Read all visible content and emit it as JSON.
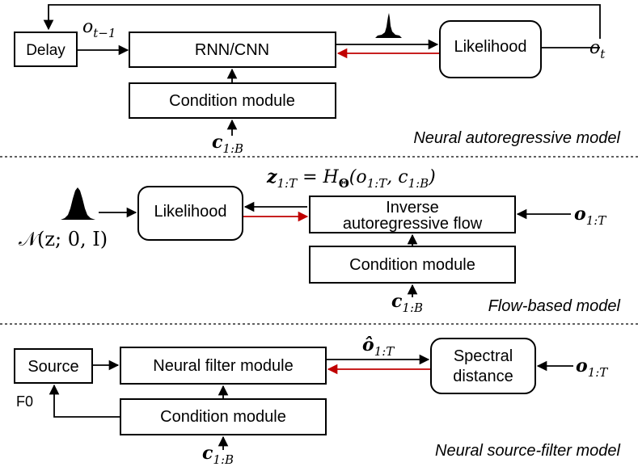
{
  "sections": [
    {
      "caption": "Neural autoregressive model",
      "boxes": {
        "delay": "Delay",
        "rnn": "RNN/CNN",
        "likelihood": "Likelihood",
        "condition": "Condition module"
      },
      "math": {
        "o_prev_base": "o",
        "o_prev_sub": "t−1",
        "o_t_base": "o",
        "o_t_sub": "t",
        "c_base": "c",
        "c_sub": "1:B"
      }
    },
    {
      "caption": "Flow-based model",
      "boxes": {
        "likelihood": "Likelihood",
        "inverse_line1": "Inverse",
        "inverse_line2": "autoregressive flow",
        "condition": "Condition module"
      },
      "math": {
        "z_base": "z",
        "z_sub": "1:T",
        "equation_rest": " = H",
        "theta_sub": "Θ",
        "equation_args": "(o",
        "args_sub1": "1:T",
        "args_mid": ", c",
        "args_sub2": "1:B",
        "args_end": ")",
        "normal": "𝒩(z; 0, I)",
        "o_base": "o",
        "o_sub": "1:T",
        "c_base": "c",
        "c_sub": "1:B"
      }
    },
    {
      "caption": "Neural source-filter model",
      "boxes": {
        "source": "Source",
        "filter": "Neural filter module",
        "spectral_line1": "Spectral",
        "spectral_line2": "distance",
        "condition": "Condition module"
      },
      "labels": {
        "f0": "F0"
      },
      "math": {
        "o_hat_base": "ô",
        "o_hat_sub": "1:T",
        "o_base": "o",
        "o_sub": "1:T",
        "c_base": "c",
        "c_sub": "1:B"
      }
    }
  ]
}
